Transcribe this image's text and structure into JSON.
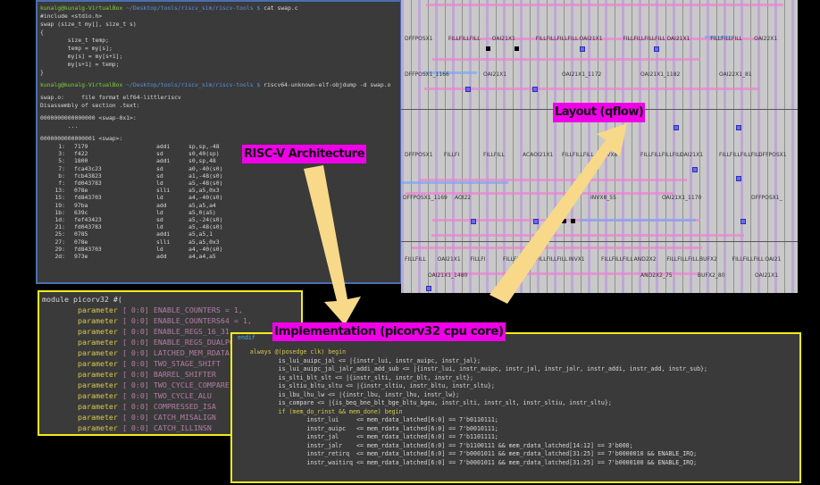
{
  "terminal": {
    "prompt1_user": "kunalg@kunalg-VirtualBox",
    "prompt1_path": " ~/Desktop/tools/riscv_sim/riscv-tools $ ",
    "cmd1": "cat swap.c",
    "source": [
      "#include <stdio.h>",
      "swap (size_t my[], size_t s)",
      "{",
      "        size_t temp;",
      "        temp = my[s];",
      "        my[s] = my[s+1];",
      "        my[s+1] = temp;",
      "}"
    ],
    "prompt2_user": "kunalg@kunalg-VirtualBox",
    "prompt2_path": " ~/Desktop/tools/riscv_sim/riscv-tools $ ",
    "cmd2": "riscv64-unknown-elf-objdump -d swap.o",
    "file_format": "swap.o:     file format elf64-littleriscv",
    "section": "Disassembly of section .text:",
    "sym0": "0000000000000000 <swap-0x1>:",
    "ellipsis": "        ...",
    "sym1": "0000000000000001 <swap>:",
    "disasm": [
      [
        "1:",
        "7179",
        "addi",
        "sp,sp,-48"
      ],
      [
        "3:",
        "f422",
        "sd",
        "s0,40(sp)"
      ],
      [
        "5:",
        "1800",
        "addi",
        "s0,sp,48"
      ],
      [
        "7:",
        "fca43c23",
        "sd",
        "a0,-40(s0)"
      ],
      [
        "b:",
        "fcb43823",
        "sd",
        "a1,-48(s0)"
      ],
      [
        "f:",
        "fd043783",
        "ld",
        "a5,-48(s0)"
      ],
      [
        "13:",
        "078e",
        "slli",
        "a5,a5,0x3"
      ],
      [
        "15:",
        "fd843703",
        "ld",
        "a4,-40(s0)"
      ],
      [
        "19:",
        "97ba",
        "add",
        "a5,a5,a4"
      ],
      [
        "1b:",
        "639c",
        "ld",
        "a5,0(a5)"
      ],
      [
        "1d:",
        "fef43423",
        "sd",
        "a5,-24(s0)"
      ],
      [
        "21:",
        "fd043783",
        "ld",
        "a5,-48(s0)"
      ],
      [
        "25:",
        "0785",
        "addi",
        "a5,a5,1"
      ],
      [
        "27:",
        "078e",
        "slli",
        "a5,a5,0x3"
      ],
      [
        "29:",
        "fd843703",
        "ld",
        "a4,-40(s0)"
      ],
      [
        "2d:",
        "973e",
        "add",
        "a4,a4,a5"
      ]
    ]
  },
  "layout_cells": {
    "row1": [
      "DFFPOSX1",
      "FILLFILLFILL",
      "OAI21X1",
      "FILLFILLFILLFILL",
      "OAI21X1",
      "FILLFILLFILLFILL",
      "OAI21X1",
      "FILLFILLFILL",
      "OAI22X1"
    ],
    "row2": [
      "DFFPOSX1_1166",
      "OAI21X1",
      "OAI21X1_1172",
      "OAI21X1_1182",
      "OAI22X1_81"
    ],
    "row3": [
      "DFFPOSX1",
      "FILLFI",
      "FILLFILL",
      "ACAOI21X1",
      "FILLFILLFILL",
      "INVX8",
      "FILLFILLFILLFILL",
      "OAI21X1",
      "FILLFILLFILLFILL",
      "DFFPOSX1"
    ],
    "row4": [
      "DFFPOSX1_1169",
      "AOI22",
      "INVX8_55",
      "OAI21X1_1170",
      "DFFPOSX1_"
    ],
    "row5": [
      "FILLFILL",
      "OAI21X1",
      "FILLFI",
      "FILLFILL",
      "FILLFILLFILL",
      "INVX1",
      "FILLFILLFILL",
      "AND2X2",
      "FILLFILLFILL",
      "BUFX2",
      "FILLFILLFILL",
      "OAI21"
    ],
    "row6": [
      "OAI21X1_1480",
      "AND2X2_75",
      "BUFX2_80",
      "OAI21X1"
    ]
  },
  "picorv32": {
    "header": "module picorv32 #(",
    "keyword": "parameter",
    "range": "[ 0:0]",
    "params": [
      "ENABLE_COUNTERS = 1,",
      "ENABLE_COUNTERS64 = 1,",
      "ENABLE_REGS_16_31",
      "ENABLE_REGS_DUALPORT",
      "LATCHED_MEM_RDATA",
      "TWO_STAGE_SHIFT",
      "BARREL_SHIFTER",
      "TWO_CYCLE_COMPARE",
      "TWO_CYCLE_ALU",
      "COMPRESSED_ISA",
      "CATCH_MISALIGN",
      "CATCH_ILLINSN"
    ],
    "endif": "endif"
  },
  "implementation": {
    "lines": [
      [
        "    ",
        "always @(posedge clk) begin",
        ""
      ],
      [
        "            ",
        "is_lui_auipc_jal <= |{instr_lui, instr_auipc, instr_jal};",
        ""
      ],
      [
        "            ",
        "is_lui_auipc_jal_jalr_addi_add_sub <= |{instr_lui, instr_auipc, instr_jal, instr_jalr, instr_addi, instr_add, instr_sub};",
        ""
      ],
      [
        "            ",
        "is_slti_blt_slt <= |{instr_slti, instr_blt, instr_slt};",
        ""
      ],
      [
        "            ",
        "is_sltiu_bltu_sltu <= |{instr_sltiu, instr_bltu, instr_sltu};",
        ""
      ],
      [
        "            ",
        "is_lbu_lhu_lw <= |{instr_lbu, instr_lhu, instr_lw};",
        ""
      ],
      [
        "            ",
        "is_compare <= |{is_beq_bne_blt_bge_bltu_bgeu, instr_slti, instr_slt, instr_sltiu, instr_sltu};",
        ""
      ],
      [
        "",
        "",
        ""
      ],
      [
        "            ",
        "if (mem_do_rinst && mem_done) begin",
        ""
      ],
      [
        "                    ",
        "instr_lui     <= mem_rdata_latched[6:0] == 7'b0110111;",
        ""
      ],
      [
        "                    ",
        "instr_auipc   <= mem_rdata_latched[6:0] == 7'b0010111;",
        ""
      ],
      [
        "                    ",
        "instr_jal     <= mem_rdata_latched[6:0] == 7'b1101111;",
        ""
      ],
      [
        "                    ",
        "instr_jalr    <= mem_rdata_latched[6:0] == 7'b1100111 && mem_rdata_latched[14:12] == 3'b000;",
        ""
      ],
      [
        "                    ",
        "instr_retirq  <= mem_rdata_latched[6:0] == 7'b0001011 && mem_rdata_latched[31:25] == 7'b0000010 && ENABLE_IRQ;",
        ""
      ],
      [
        "                    ",
        "instr_waitirq <= mem_rdata_latched[6:0] == 7'b0001011 && mem_rdata_latched[31:25] == 7'b0000100 && ENABLE_IRQ;",
        ""
      ]
    ]
  },
  "labels": {
    "riscv": "RISC-V Architecture",
    "layout": "Layout (qflow)",
    "implementation": "Implementation (picorv32 cpu core)"
  },
  "colors": {
    "label_bg": "#f000e8",
    "arrow": "#f8d98a",
    "panel_border": "#f2ec1c",
    "terminal_border": "#4a6fb0"
  }
}
